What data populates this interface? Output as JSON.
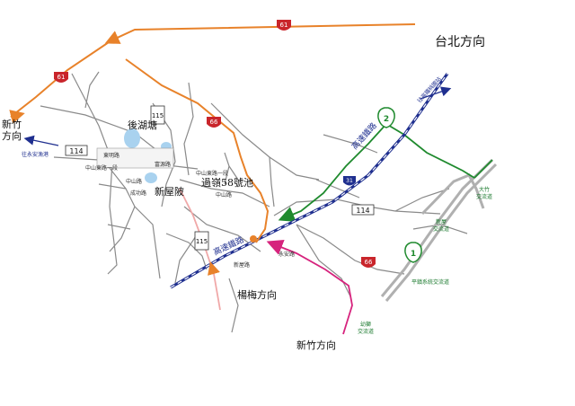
{
  "labels": {
    "taipei": "台北方向",
    "hsinchu_left": "新竹\n方向",
    "houhu": "後湖塘",
    "xinwupo": "新屋陂",
    "pond58": "過嶺58號池",
    "yangmei": "楊梅方向",
    "hsinchu_bottom": "新竹方向",
    "hsr_upper": "高速鐵路",
    "hsr_lower": "高速鐵路",
    "hsr_tag": "往高鐵桃園站",
    "to_xinwu_left": "往永安漁港",
    "interchange_dazhu": "大竹\n交流道",
    "interchange_xinwu": "新屋\n交流道",
    "interchange_yongmei": "平鎮系統交流道",
    "interchange_youshi": "幼獅\n交流道"
  },
  "shields": {
    "r61_top": "61",
    "r61_left": "61",
    "r66_upper": "66",
    "r66_lower": "66",
    "r114_left": "114",
    "r114_right": "114",
    "r115_upper": "115",
    "r115_lower": "115",
    "fwy2": "2",
    "fwy1": "1",
    "r31": "31"
  },
  "road_names": {
    "a": "中山東路一段",
    "b": "中山路",
    "c": "東明路",
    "d": "中山東路一段",
    "e": "成功路",
    "f": "中山路",
    "g": "富源路",
    "h": "永安路",
    "i": "新屋路"
  },
  "colors": {
    "orange": "#e8822a",
    "green": "#1f8a2e",
    "magenta": "#d6237d",
    "pink": "#f0a8a8",
    "navy": "#1f2f8f",
    "road": "#8a8a8a",
    "freeway": "#b0b0b0"
  }
}
